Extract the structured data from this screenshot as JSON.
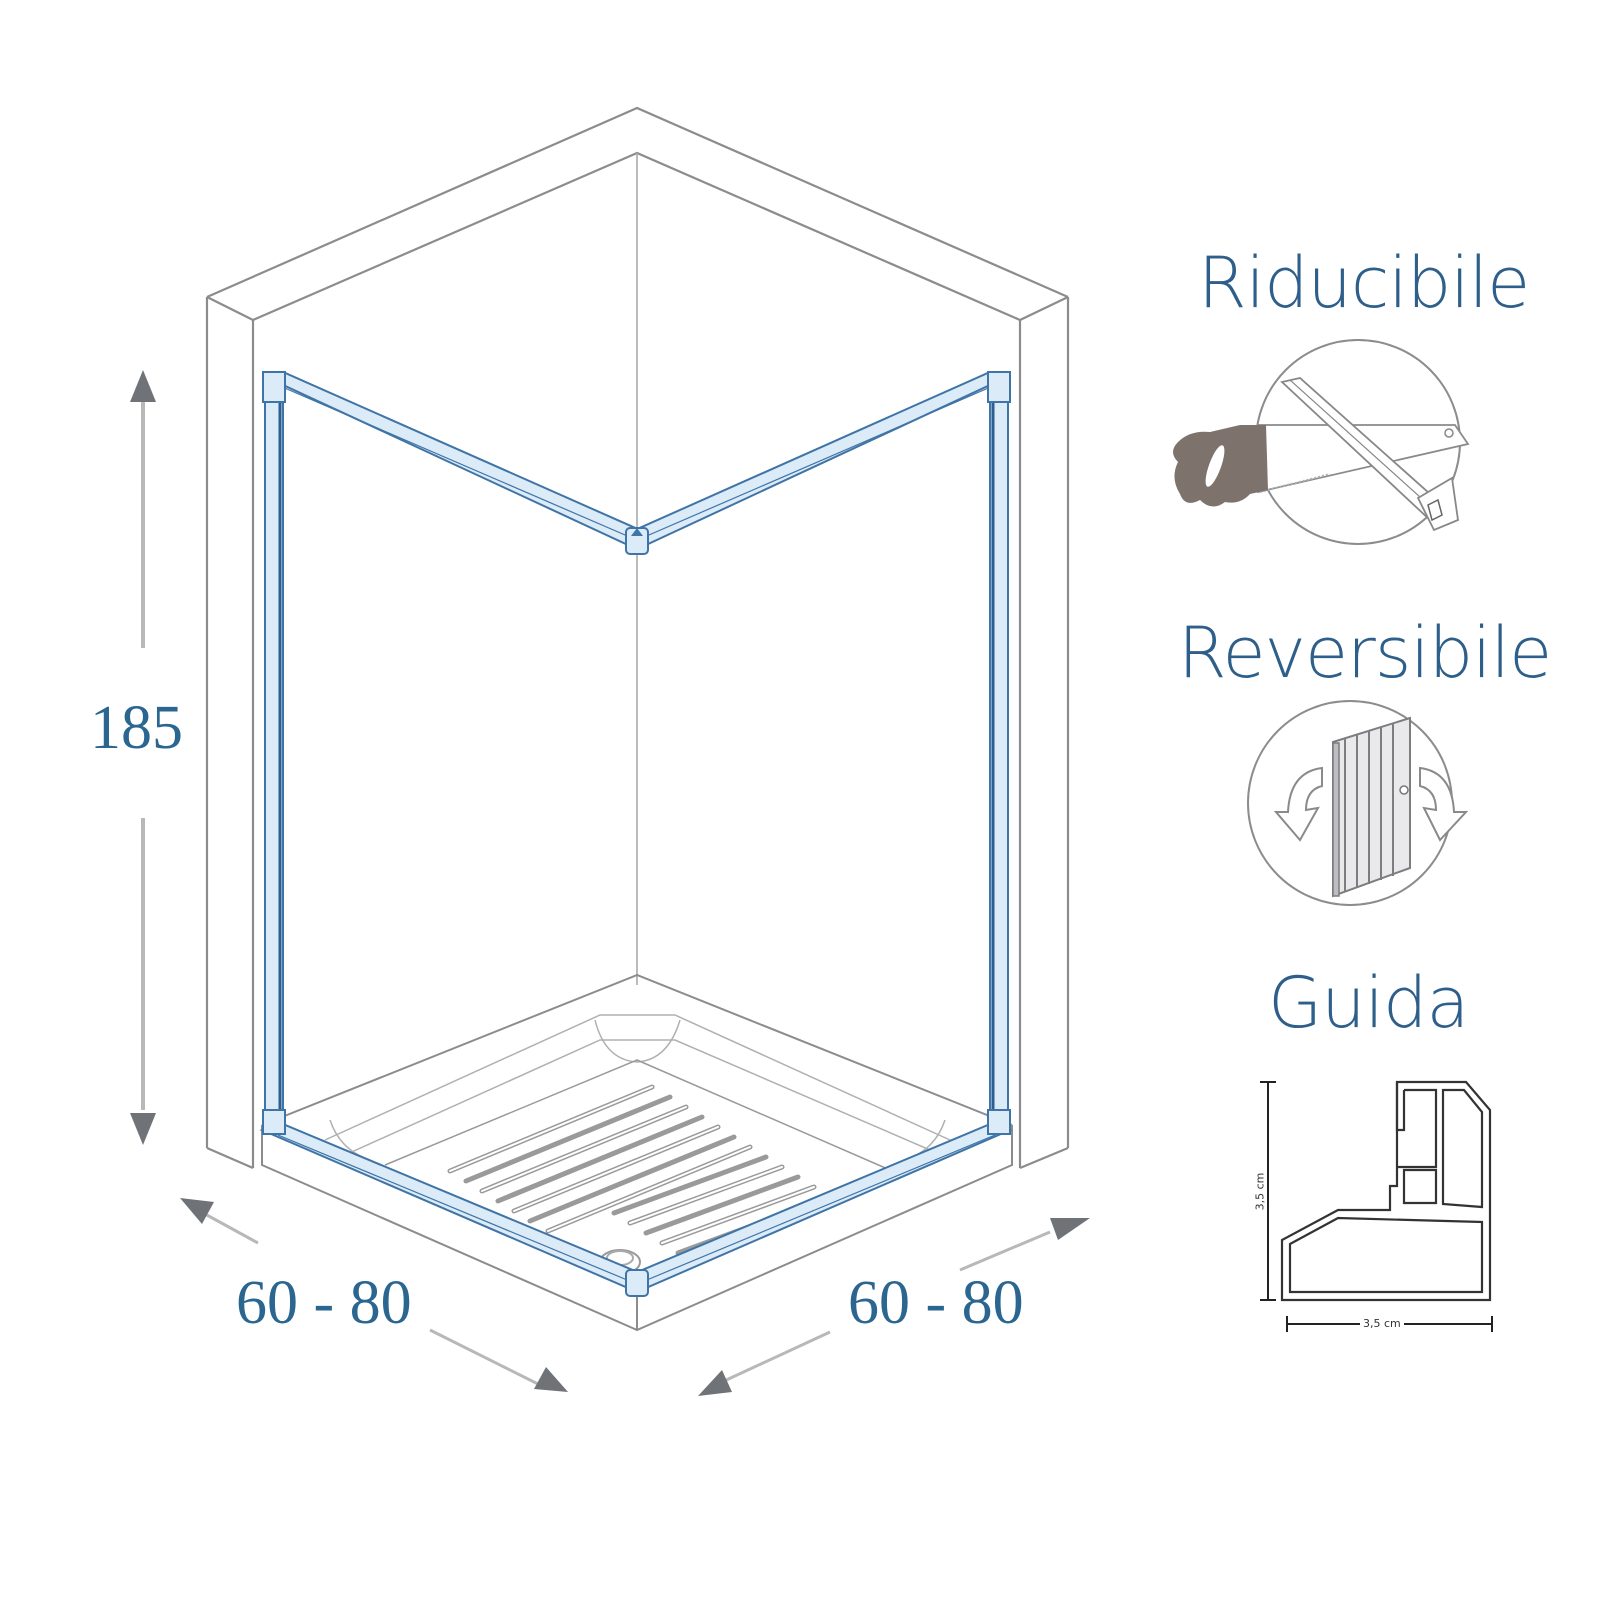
{
  "diagram": {
    "type": "shower-enclosure-technical-drawing",
    "dimensions": {
      "height": "185",
      "width_left": "60 - 80",
      "width_right": "60 - 80"
    },
    "features": [
      {
        "title": "Riducibile",
        "icon": "saw-cutting-profile-icon"
      },
      {
        "title": "Reversibile",
        "icon": "reversible-door-icon"
      },
      {
        "title": "Guida",
        "icon": "guide-profile-section-icon"
      }
    ],
    "profile_section": {
      "height_label": "3,5 cm",
      "width_label": "3,5 cm"
    },
    "colors": {
      "label_blue": "#2a6690",
      "title_blue": "#2d5f8a",
      "frame_blue": "#3f74a6",
      "frame_fill": "#dcebf8",
      "line_gray": "#8a8a8a",
      "arrow_gray": "#6f7378",
      "saw_handle": "#7e736c"
    }
  }
}
